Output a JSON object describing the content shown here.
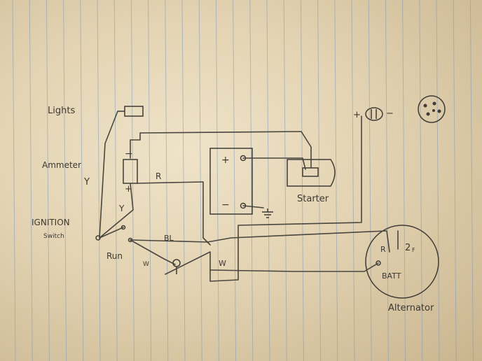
{
  "labels": {
    "lights": "Lights",
    "ammeter": "Ammeter",
    "ignition": "IGNITION",
    "switch": "Switch",
    "run": "Run",
    "starter": "Starter",
    "alternator": "Alternator",
    "batt": "BATT",
    "r_alt": "R",
    "f_alt": "F",
    "two": "2",
    "wire_y1": "Y",
    "wire_y2": "Y",
    "wire_r": "R",
    "wire_bl": "BL",
    "wire_w1": "W",
    "wire_w2": "W",
    "amm_plus": "+",
    "amm_minus": "−",
    "batt_plus": "+",
    "batt_minus": "−",
    "light_plus": "+",
    "light_minus": "−"
  },
  "colors": {
    "pencil": "#4a4640",
    "paper": "#e8dcc0",
    "rule": "#7f9cb8"
  }
}
